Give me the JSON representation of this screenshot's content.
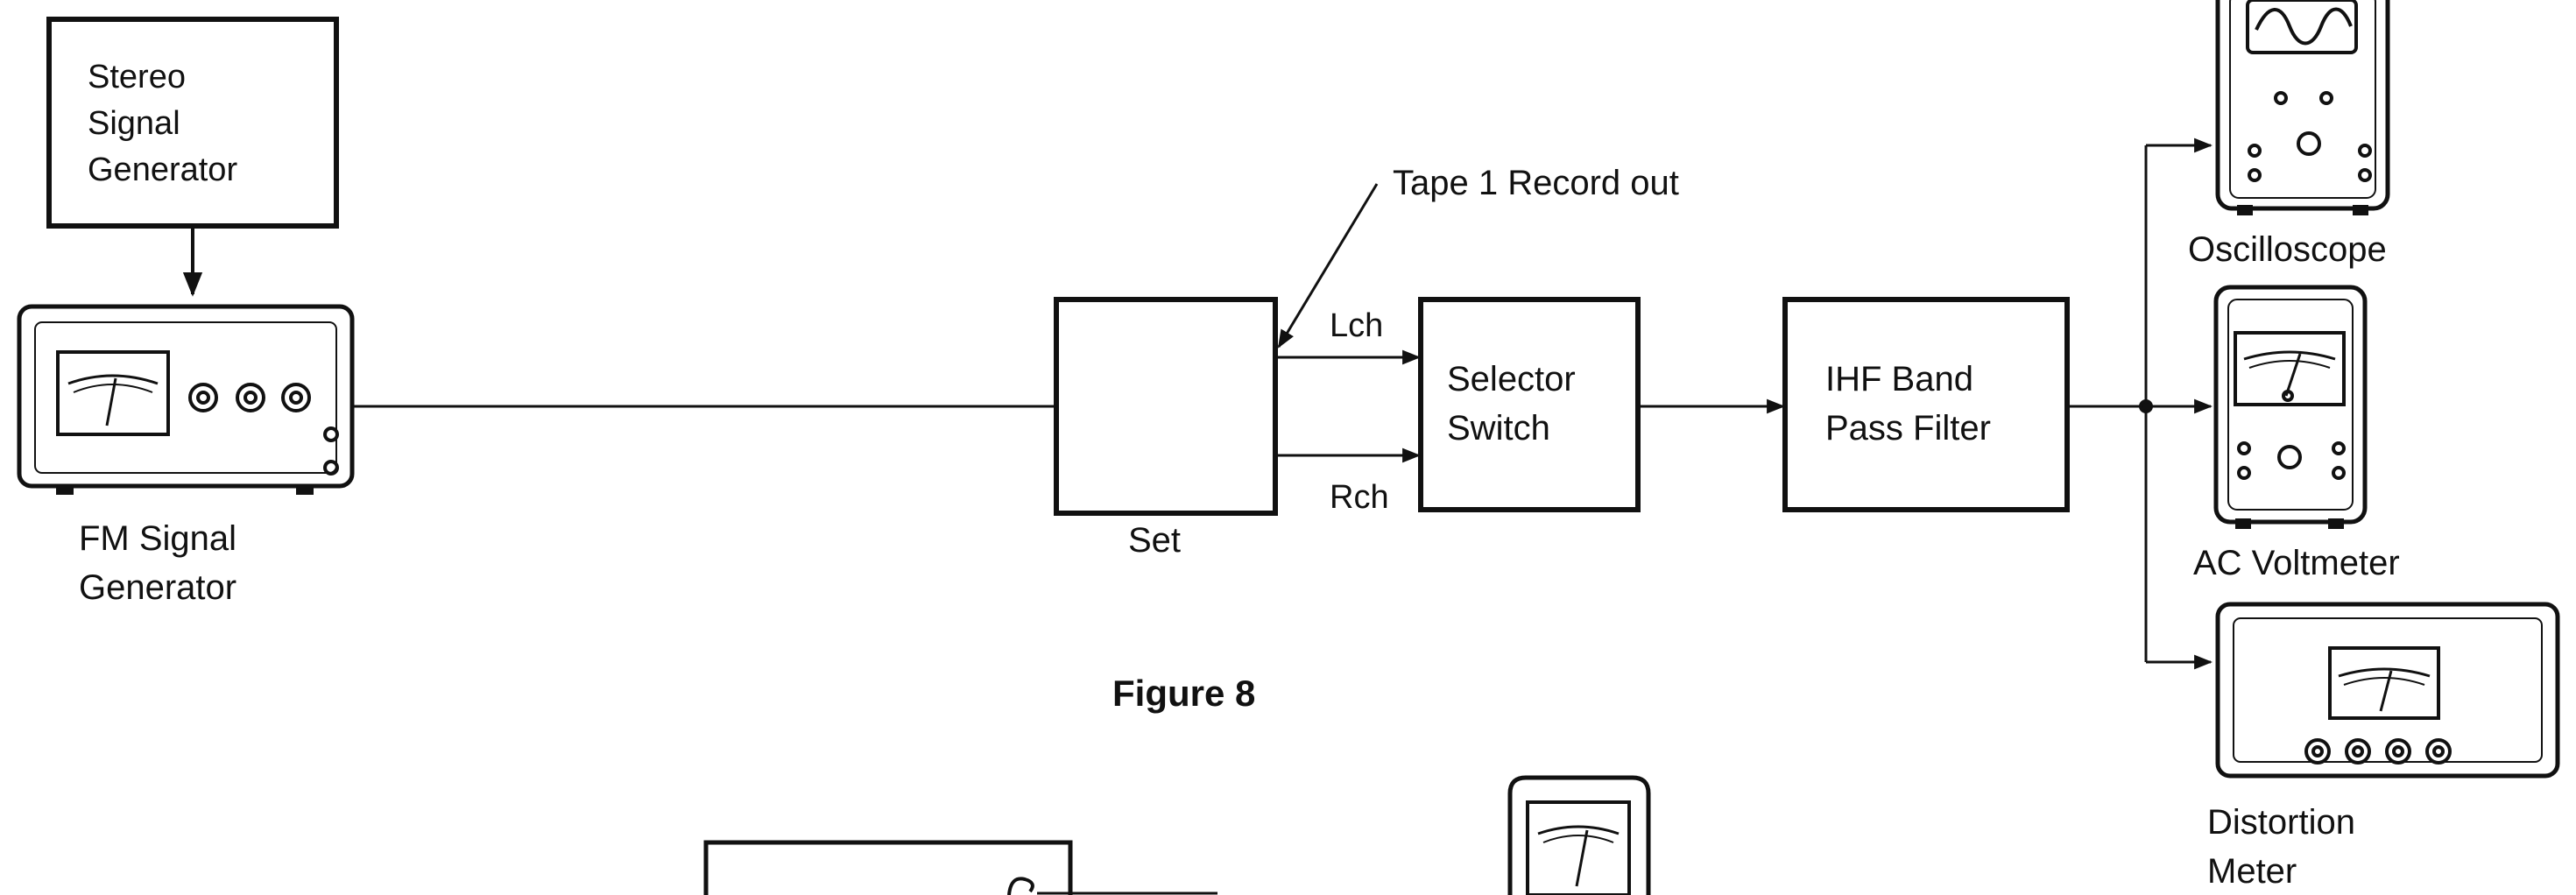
{
  "diagram": {
    "stereo_gen": {
      "line1": "Stereo",
      "line2": "Signal",
      "line3": "Generator"
    },
    "fm_gen": {
      "line1": "FM  Signal",
      "line2": "Generator"
    },
    "set_label": "Set",
    "tape_label": "Tape  1  Record  out",
    "lch_label": "Lch",
    "rch_label": "Rch",
    "selector": {
      "line1": "Selector",
      "line2": "Switch"
    },
    "ihf": {
      "line1": "IHF  Band",
      "line2": "Pass  Filter"
    },
    "oscilloscope_label": "Oscilloscope",
    "ac_voltmeter_label": "AC  Voltmeter",
    "distortion_meter": {
      "line1": "Distortion",
      "line2": "Meter"
    },
    "figure_caption": "Figure  8"
  }
}
